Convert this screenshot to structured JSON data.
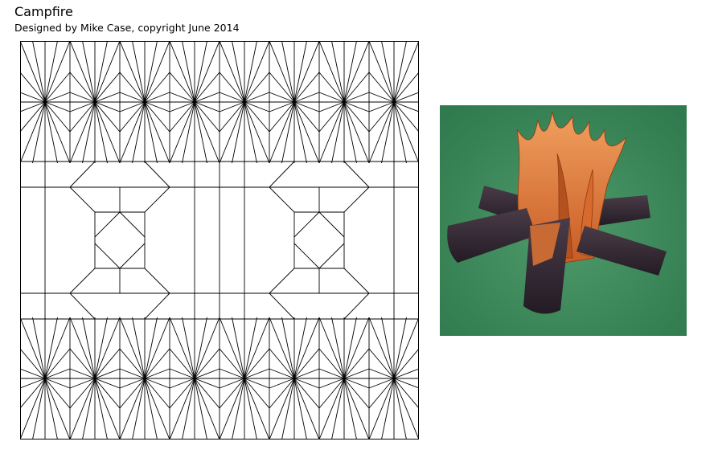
{
  "header": {
    "title": "Campfire",
    "subtitle": "Designed by Mike Case, copyright June 2014"
  },
  "diagram": {
    "kind": "crease-pattern",
    "star_nodes_per_row": 8,
    "star_rows": 2,
    "square_motifs": 2
  },
  "photo": {
    "subject": "origami campfire model",
    "colors": {
      "background": "#3e8a5c",
      "flame": "#e07a3a",
      "flame_dark": "#b4521f",
      "logs": "#3a2d3a"
    }
  }
}
